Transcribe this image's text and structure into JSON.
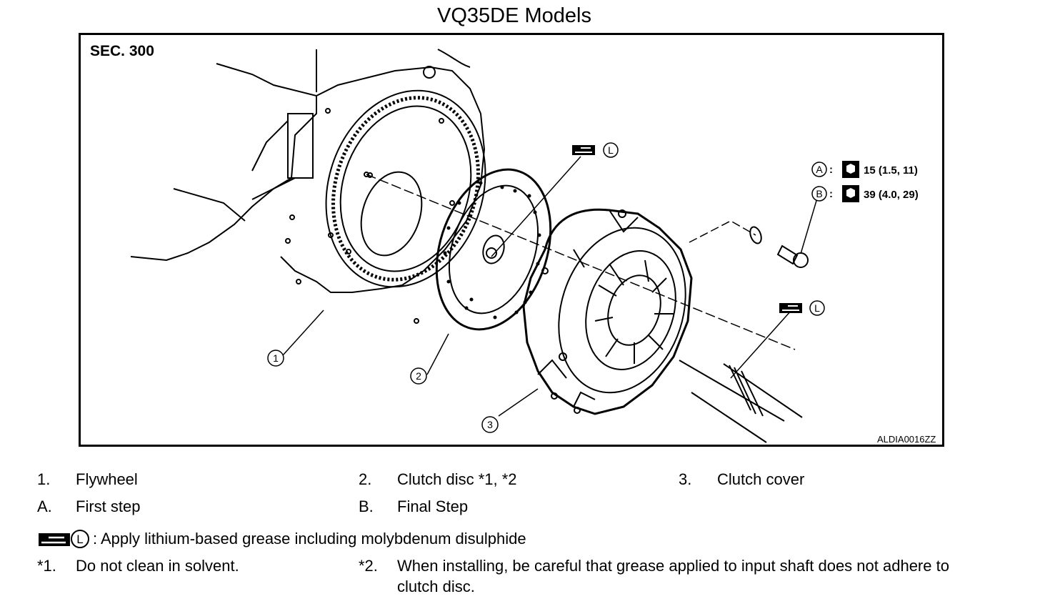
{
  "title": "VQ35DE Models",
  "section_label": "SEC. 300",
  "figure_code": "ALDIA0016ZZ",
  "callouts": {
    "part1": "1",
    "part2": "2",
    "part3": "3",
    "lube_letter": "L",
    "step_a_letter": "A",
    "step_b_letter": "B",
    "step_a_torque": "15 (1.5, 11)",
    "step_b_torque": "39 (4.0, 29)",
    "colon": ":"
  },
  "legend": [
    {
      "num": "1.",
      "label": "Flywheel"
    },
    {
      "num": "2.",
      "label": "Clutch disc *1, *2"
    },
    {
      "num": "3.",
      "label": "Clutch cover"
    },
    {
      "num": "A.",
      "label": "First step"
    },
    {
      "num": "B.",
      "label": "Final Step"
    }
  ],
  "lube_note": ": Apply lithium-based grease including molybdenum disulphide",
  "footnotes": [
    {
      "mark": "*1.",
      "text": "Do not clean in solvent."
    },
    {
      "mark": "*2.",
      "text": "When installing, be careful that grease applied to input shaft does not adhere to",
      "text2": "clutch disc."
    }
  ]
}
